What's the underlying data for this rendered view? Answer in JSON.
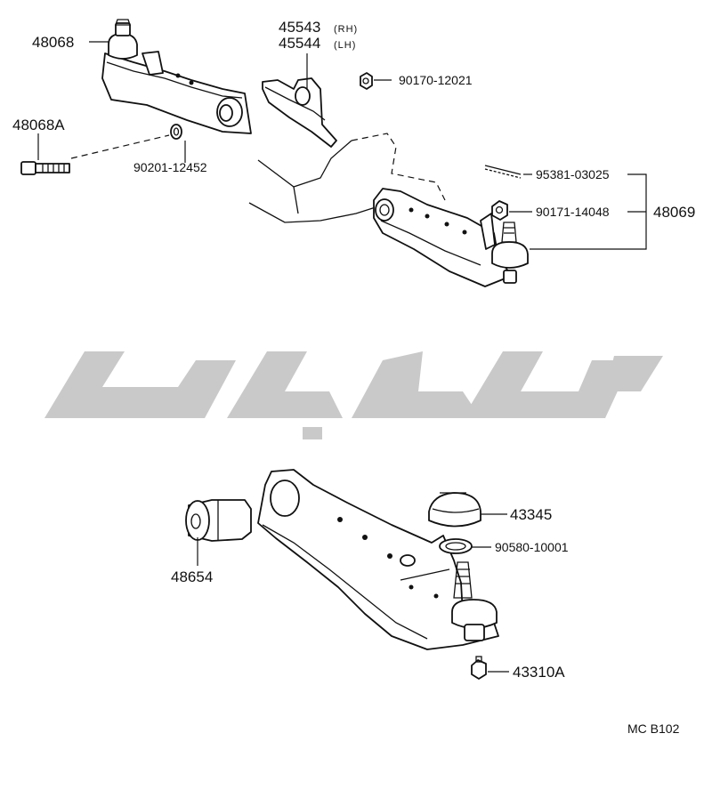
{
  "parts": {
    "p48068": "48068",
    "p48068A": "48068A",
    "p45543": "45543",
    "p45543_side": "(RH)",
    "p45544": "45544",
    "p45544_side": "(LH)",
    "p90170": "90170-12021",
    "p90201": "90201-12452",
    "p95381": "95381-03025",
    "p90171": "90171-14048",
    "p48069": "48069",
    "p43345": "43345",
    "p90580": "90580-10001",
    "p48654": "48654",
    "p43310A": "43310A"
  },
  "diagram_code": "MC  B102",
  "colors": {
    "ink": "#111111",
    "watermark": "#c9c9c9"
  }
}
